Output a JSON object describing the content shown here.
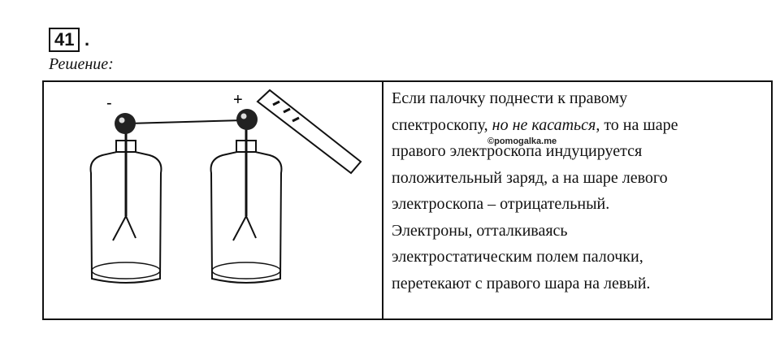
{
  "problem": {
    "number": "41",
    "dot": "."
  },
  "solution_label": "Решение:",
  "figure": {
    "minus_sign": "-",
    "plus_sign": "+"
  },
  "watermark": "©pomogalka.me",
  "text": {
    "line1": "Если палочку поднести к правому",
    "line2_a": "спектроскопу, ",
    "line2_b": "но не касаться",
    "line2_c": ", то на шаре",
    "line3": "правого электроскопа индуцируется",
    "line4": "положительный заряд, а на шаре левого",
    "line5": "электроскопа – отрицательный.",
    "line6": "Электроны, отталкиваясь",
    "line7": "электростатическим полем палочки,",
    "line8": "перетекают с правого шара на левый."
  }
}
